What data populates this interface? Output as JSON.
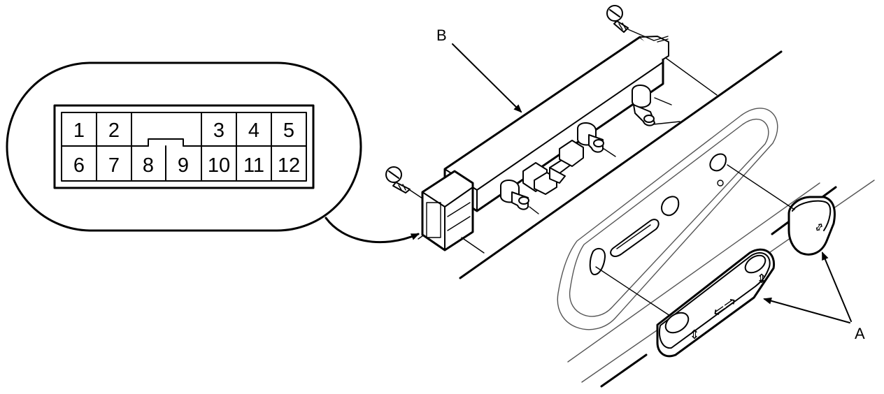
{
  "connector": {
    "pins_top": [
      "1",
      "2",
      "3",
      "4",
      "5"
    ],
    "pins_bottom": [
      "6",
      "7",
      "8",
      "9",
      "10",
      "11",
      "12"
    ]
  },
  "callouts": {
    "switch_assembly": "B",
    "knobs": "A"
  },
  "knob_arrows": {
    "long_knob_main": "⇐⇒",
    "arrow_updown": "⇕"
  }
}
